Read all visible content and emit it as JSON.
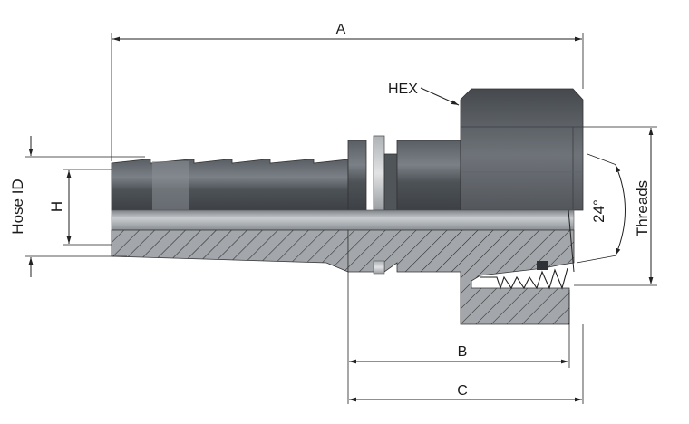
{
  "labels": {
    "a": "A",
    "b": "B",
    "c": "C",
    "hex": "HEX",
    "threads": "Threads",
    "angle": "24°",
    "h": "H",
    "hose_id": "Hose ID"
  },
  "colors": {
    "metal_dark": "#4a4e53",
    "metal_mid": "#6a6f75",
    "metal_light": "#9aa0a6",
    "highlight": "#cfd3d6",
    "section_fill": "#8a8f94",
    "hatch": "#2a2a2a",
    "line": "#222222"
  }
}
